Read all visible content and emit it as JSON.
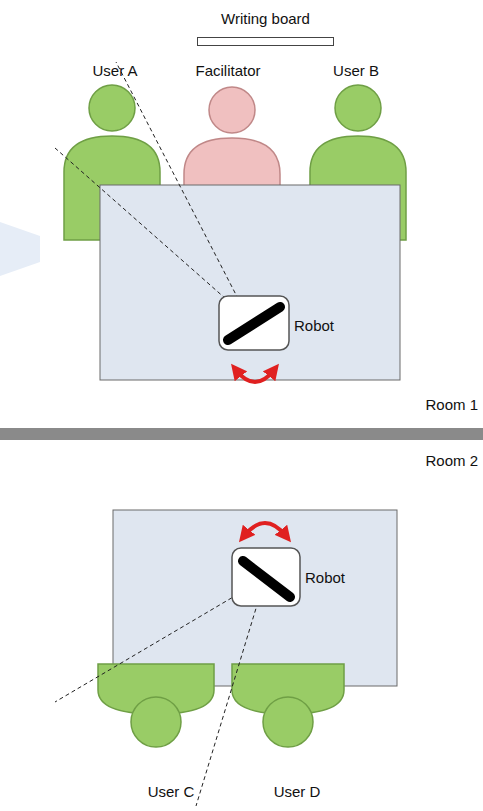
{
  "diagram": {
    "nodes": [
      {
        "text": [
          "Writing board"
        ]
      },
      {
        "text": [
          "Robot"
        ]
      },
      {
        "text": [
          "Robot"
        ]
      }
    ],
    "labels": [
      "User A",
      "Facilitator",
      "User B",
      "Room 1",
      "Room 2",
      "User C",
      "User D"
    ]
  }
}
